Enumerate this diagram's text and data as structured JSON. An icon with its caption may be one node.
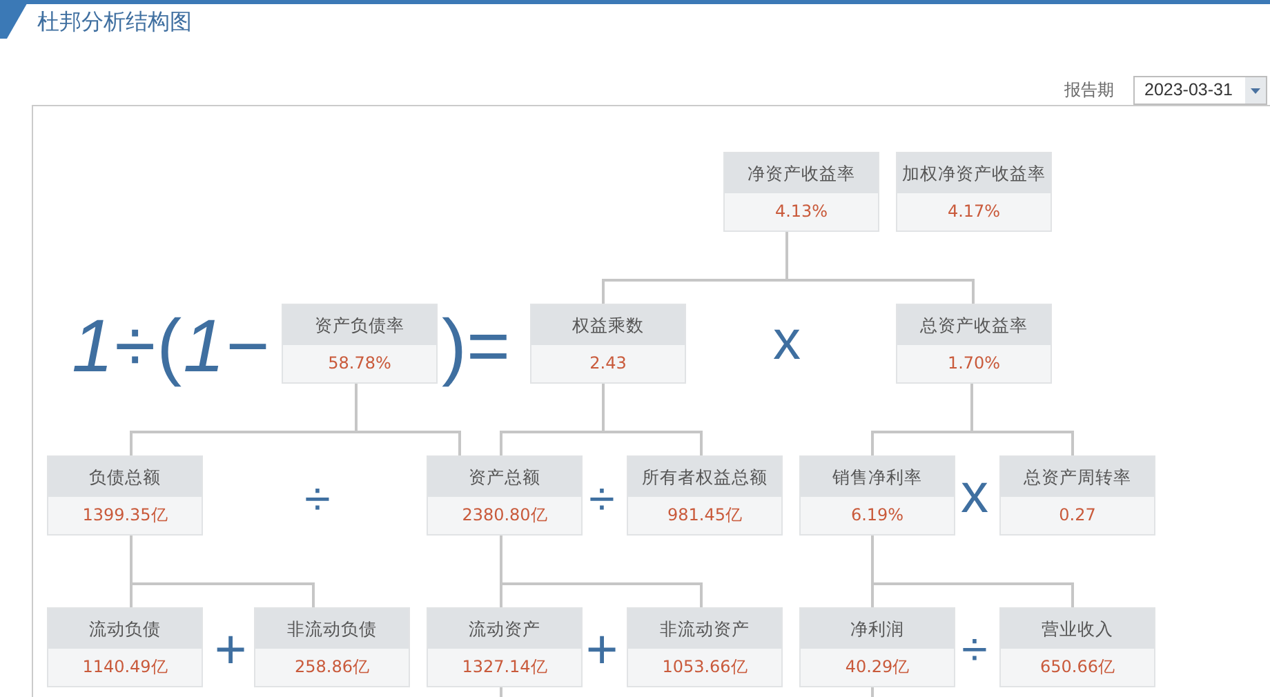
{
  "diagram": {
    "title": "杜邦分析结构图",
    "nodes": [
      {
        "text": [
          "净资产收益率",
          "4.13%"
        ]
      },
      {
        "text": [
          "加权净资产收益率",
          "4.17%"
        ]
      },
      {
        "text": [
          "资产负债率",
          "58.78%"
        ]
      },
      {
        "text": [
          "权益乘数",
          "2.43"
        ]
      },
      {
        "text": [
          "总资产收益率",
          "1.70%"
        ]
      },
      {
        "text": [
          "负债总额",
          "1399.35亿"
        ]
      },
      {
        "text": [
          "资产总额",
          "2380.80亿"
        ]
      },
      {
        "text": [
          "所有者权益总额",
          "981.45亿"
        ]
      },
      {
        "text": [
          "销售净利率",
          "6.19%"
        ]
      },
      {
        "text": [
          "总资产周转率",
          "0.27"
        ]
      },
      {
        "text": [
          "流动负债",
          "1140.49亿"
        ]
      },
      {
        "text": [
          "非流动负债",
          "258.86亿"
        ]
      },
      {
        "text": [
          "流动资产",
          "1327.14亿"
        ]
      },
      {
        "text": [
          "非流动资产",
          "1053.66亿"
        ]
      },
      {
        "text": [
          "净利润",
          "40.29亿"
        ]
      },
      {
        "text": [
          "营业收入",
          "650.66亿"
        ]
      }
    ],
    "edges": [
      {
        "from": 0,
        "to": 3,
        "arrow": "none"
      },
      {
        "from": 0,
        "to": 4,
        "arrow": "none"
      },
      {
        "from": 2,
        "to": 5,
        "arrow": "none"
      },
      {
        "from": 2,
        "to": 6,
        "arrow": "none"
      },
      {
        "from": 3,
        "to": 6,
        "arrow": "none"
      },
      {
        "from": 3,
        "to": 7,
        "arrow": "none"
      },
      {
        "from": 4,
        "to": 8,
        "arrow": "none"
      },
      {
        "from": 4,
        "to": 9,
        "arrow": "none"
      },
      {
        "from": 5,
        "to": 10,
        "arrow": "none"
      },
      {
        "from": 5,
        "to": 11,
        "arrow": "none"
      },
      {
        "from": 6,
        "to": 12,
        "arrow": "none"
      },
      {
        "from": 6,
        "to": 13,
        "arrow": "none"
      },
      {
        "from": 8,
        "to": 14,
        "arrow": "none"
      },
      {
        "from": 8,
        "to": 15,
        "arrow": "none"
      },
      {
        "from": 12,
        "to": null,
        "arrow": "none"
      },
      {
        "from": 14,
        "to": null,
        "arrow": "none"
      }
    ],
    "labels": [
      "报告期",
      "2023-03-31",
      "*1*÷(*1*−",
      ")=",
      "x",
      "÷",
      "÷",
      "x",
      "+",
      "+",
      "÷"
    ]
  }
}
